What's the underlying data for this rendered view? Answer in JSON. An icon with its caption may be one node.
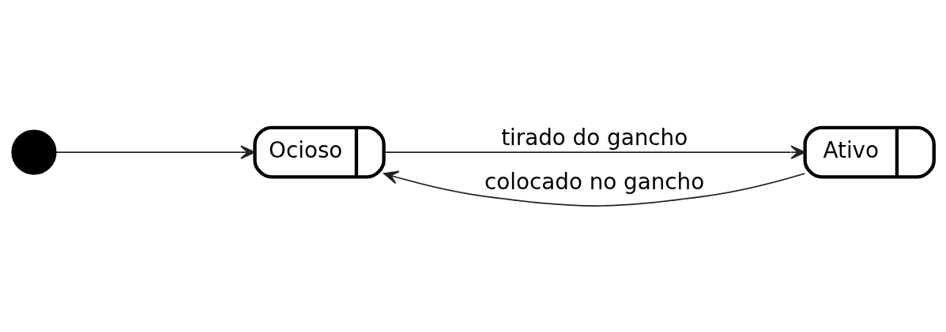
{
  "diagram": {
    "nodes": [
      {
        "text": [],
        "shape": "circle"
      },
      {
        "text": [
          "Ocioso"
        ]
      },
      {
        "text": [
          "Ativo"
        ]
      }
    ],
    "edges": [
      {
        "from": 0,
        "to": 1,
        "arrow": "to"
      },
      {
        "from": 1,
        "to": 2,
        "arrow": "to",
        "label": "tirado do gancho"
      },
      {
        "from": 2,
        "to": 1,
        "arrow": "to",
        "label": "colocado no gancho"
      }
    ]
  }
}
